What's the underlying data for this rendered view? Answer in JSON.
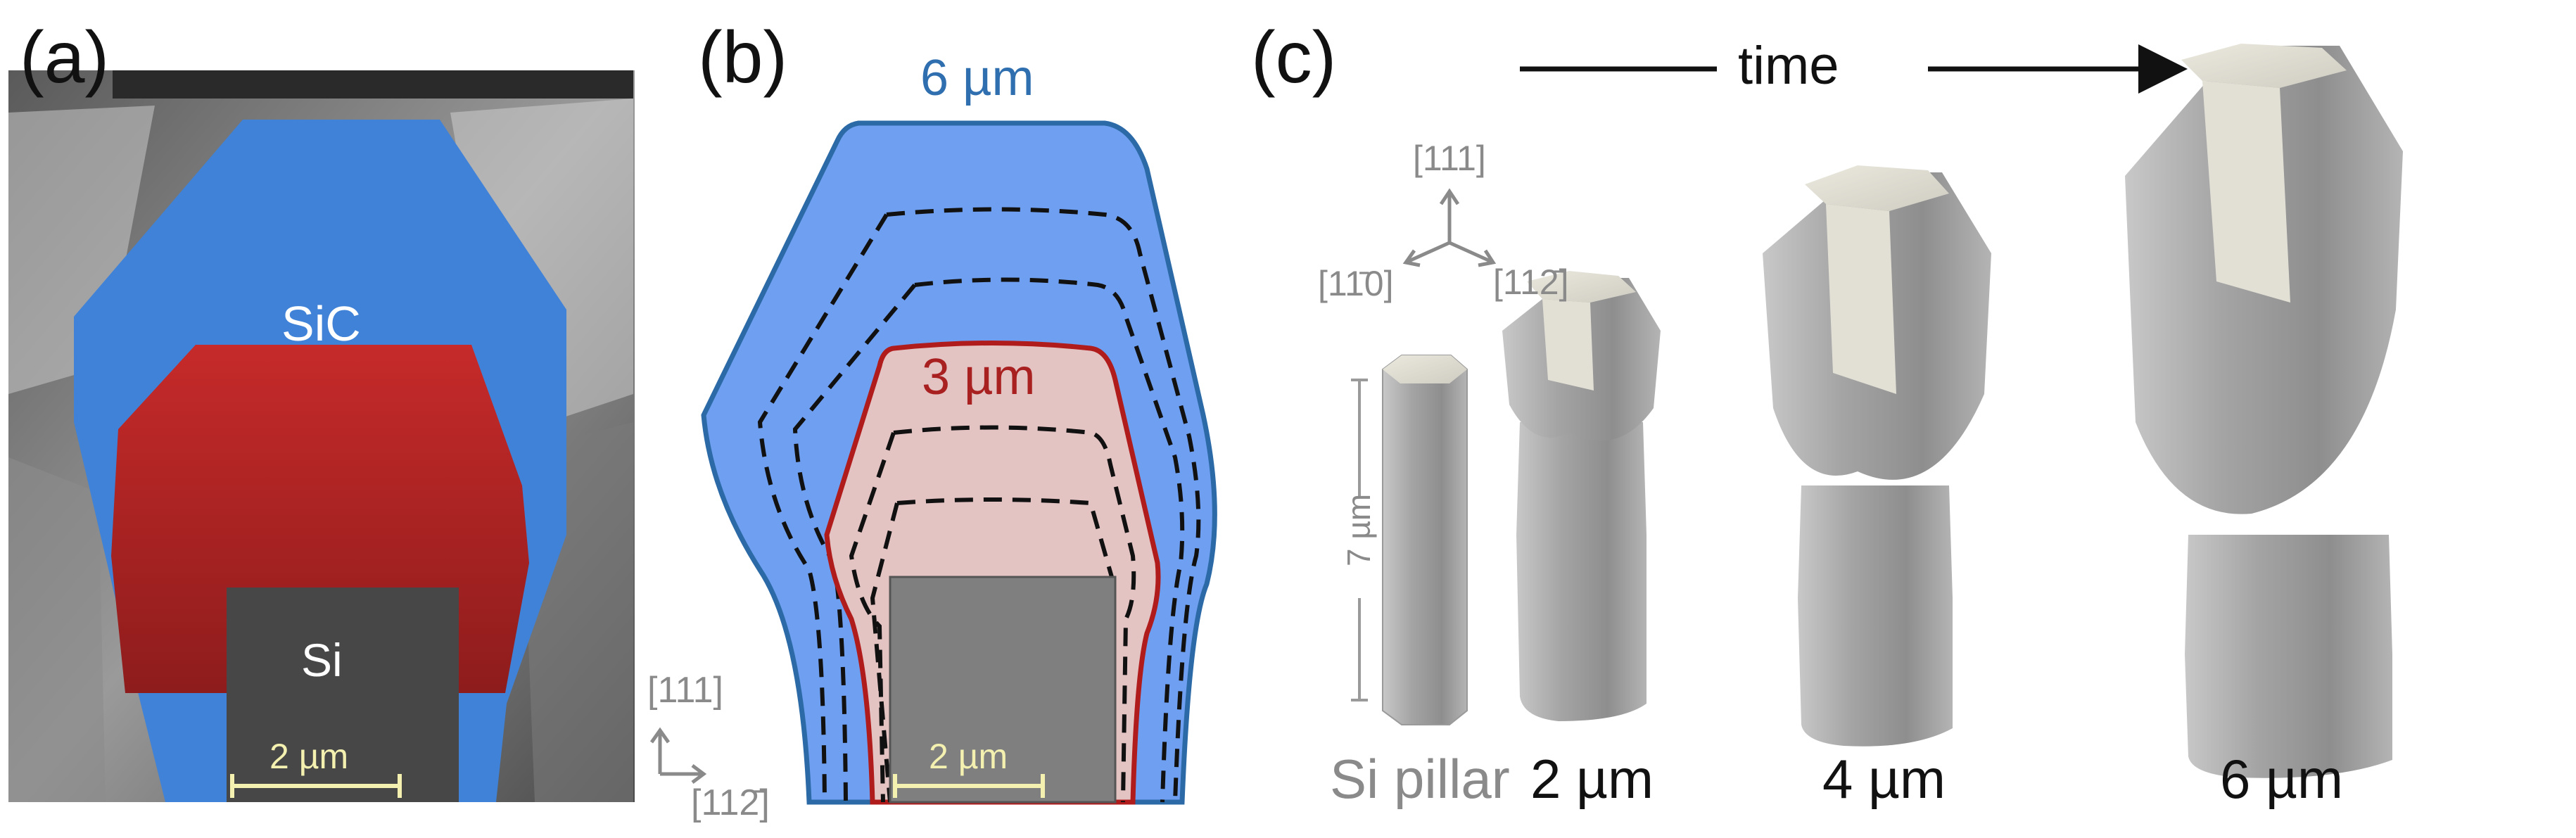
{
  "figure": {
    "panels": [
      {
        "label": "(a)",
        "material_labels": {
          "sic": "SiC",
          "si": "Si"
        },
        "scale_bar": "2 µm"
      },
      {
        "label": "(b)",
        "outer_thickness": "6 µm",
        "inner_thickness": "3 µm",
        "scale_bar": "2 µm",
        "axis_vertical": "[111]",
        "axis_horizontal": "[112̄]"
      },
      {
        "label": "(c)",
        "time_label": "time",
        "axis_top": "[111]",
        "axis_left": "[11̄0]",
        "axis_right": "[112̄]",
        "height_label": "7 µm",
        "stage_labels": [
          "Si pillar",
          "2 µm",
          "4 µm",
          "6 µm"
        ]
      }
    ],
    "colors": {
      "sic": "#3f82d8",
      "red": "#b52424",
      "si_grey": "#6e6e6e",
      "light_blue": "#6f9ff0",
      "outer_outline": "#2b6aa6",
      "inner_outline": "#b01c1c",
      "inner_fill": "#e4c3c3",
      "scale_bar": "#f3f0b0",
      "outer_text": "#2f6fb0",
      "inner_text": "#a82020"
    }
  }
}
